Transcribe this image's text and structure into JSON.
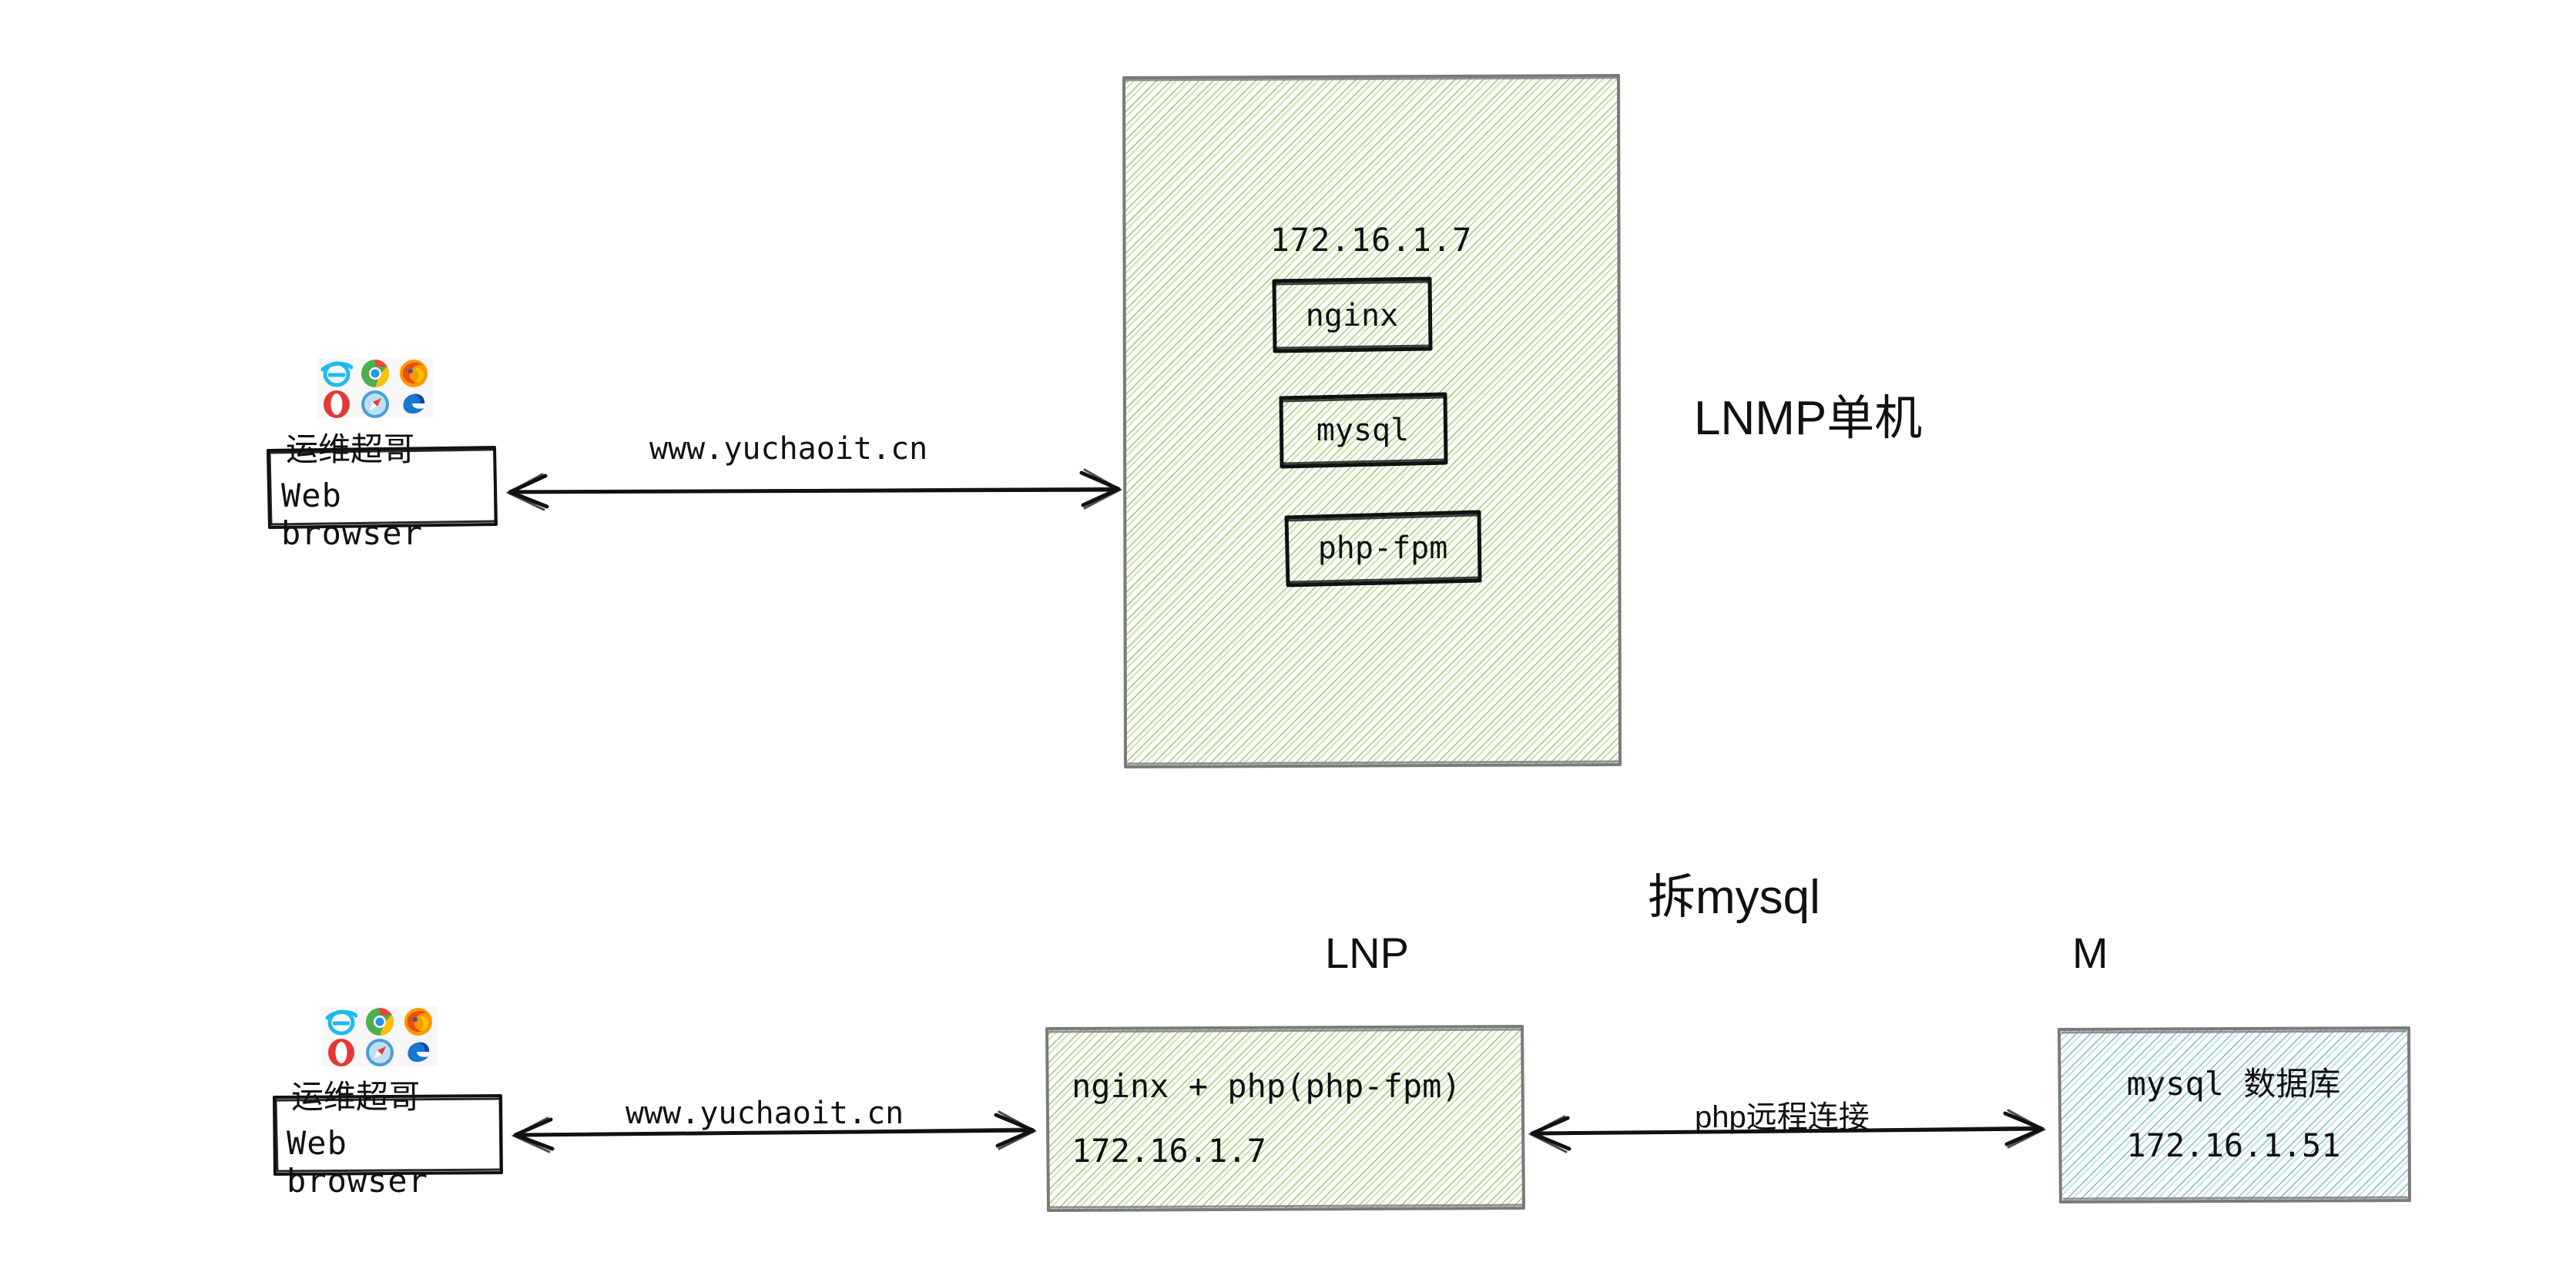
{
  "diagram": {
    "title": "LNMP architecture split diagram",
    "colors": {
      "green_hatch": "#8cc152",
      "blue_hatch": "#5fb0c8",
      "box_border": "#7a7a7a",
      "ink": "#111111",
      "page_bg": "#ffffff"
    },
    "top": {
      "client": {
        "cn_label": "运维超哥",
        "en_label": "Web browser",
        "browser_icons": [
          "internet-explorer-icon",
          "chrome-icon",
          "firefox-icon",
          "opera-icon",
          "safari-icon",
          "edge-icon"
        ]
      },
      "arrow_label": "www.yuchaoit.cn",
      "server": {
        "ip": "172.16.1.7",
        "services": [
          "nginx",
          "mysql",
          "php-fpm"
        ]
      },
      "caption": "LNMP单机"
    },
    "bottom": {
      "section_title": "拆mysql",
      "client": {
        "cn_label": "运维超哥",
        "en_label": "Web browser",
        "browser_icons": [
          "internet-explorer-icon",
          "chrome-icon",
          "firefox-icon",
          "opera-icon",
          "safari-icon",
          "edge-icon"
        ]
      },
      "arrow_label_left": "www.yuchaoit.cn",
      "arrow_label_right": "php远程连接",
      "web_node": {
        "caption": "LNP",
        "line1": "nginx + php(php-fpm)",
        "line2": "172.16.1.7"
      },
      "db_node": {
        "caption": "M",
        "line1": "mysql 数据库",
        "line2": "172.16.1.51"
      }
    }
  }
}
